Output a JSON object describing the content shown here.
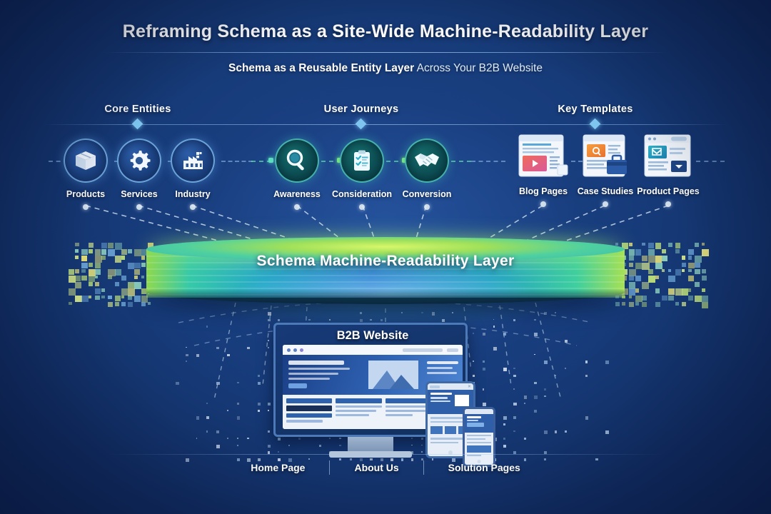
{
  "header": {
    "title": "Reframing Schema as a Site-Wide Machine-Readability Layer",
    "subtitle_bold": "Schema as a Reusable Entity Layer",
    "subtitle_rest": " Across Your B2B Website"
  },
  "sections": [
    {
      "id": "core-entities",
      "label": "Core Entities"
    },
    {
      "id": "user-journeys",
      "label": "User Journeys"
    },
    {
      "id": "key-templates",
      "label": "Key Templates"
    }
  ],
  "core_entities": [
    {
      "label": "Products",
      "icon": "box-icon"
    },
    {
      "label": "Services",
      "icon": "gear-icon"
    },
    {
      "label": "Industry",
      "icon": "factory-icon"
    }
  ],
  "user_journeys": [
    {
      "label": "Awareness",
      "icon": "magnifying-glass-icon"
    },
    {
      "label": "Consideration",
      "icon": "clipboard-checklist-icon"
    },
    {
      "label": "Conversion",
      "icon": "handshake-icon"
    }
  ],
  "key_templates": [
    {
      "label": "Blog Pages",
      "icon": "article-video-icon"
    },
    {
      "label": "Case Studies",
      "icon": "document-briefcase-icon"
    },
    {
      "label": "Product Pages",
      "icon": "browser-window-icon"
    }
  ],
  "layer": {
    "label": "Schema Machine-Readability Layer"
  },
  "devices": {
    "monitor_label": "B2B Website"
  },
  "footer": {
    "links": [
      "Home Page",
      "About Us",
      "Solution Pages"
    ]
  },
  "colors": {
    "background_deep": "#0d2150",
    "background_mid": "#1d4488",
    "accent_blue": "#7ec6f0",
    "accent_green": "#9fe05a",
    "accent_teal": "#36c9a8",
    "accent_yellow": "#e8e27a",
    "text_primary": "#ffffff",
    "text_secondary": "#dce9f8"
  }
}
